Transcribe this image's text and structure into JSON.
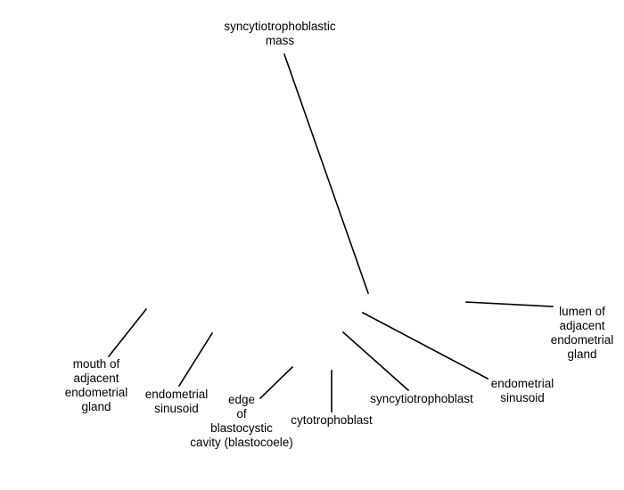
{
  "labels": {
    "syncytiotrophoblastic_mass": "syncytiotrophoblastic\nmass",
    "lumen_of_adjacent_endometrial_gland": "lumen of\nadjacent\nendometrial\ngland",
    "mouth_of_adjacent_endometrial_gland": "mouth of\nadjacent\nendometrial\ngland",
    "endometrial_sinusoid_left": "endometrial\nsinusoid",
    "edge_of_blastocystic_cavity": "edge\nof\nblastocystic\ncavity (blastocoele)",
    "cytotrophoblast": "cytotrophoblast",
    "syncytiotrophoblast": "syncytiotrophoblast",
    "endometrial_sinusoid_right": "endometrial\nsinusoid"
  },
  "colors": {
    "background": "#ffffff",
    "ink": "#000000"
  }
}
